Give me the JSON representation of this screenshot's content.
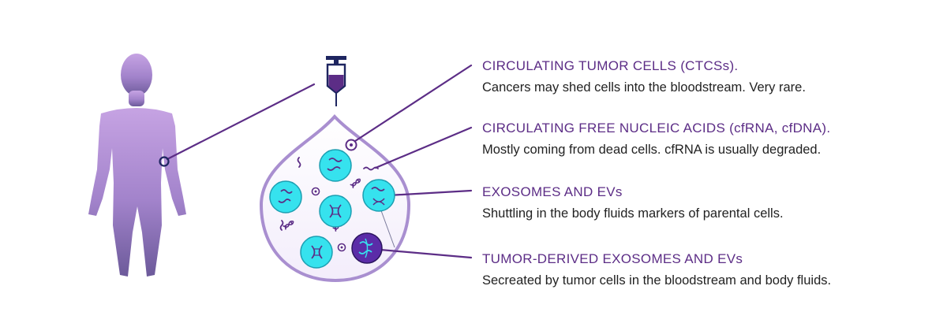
{
  "colors": {
    "accent": "#5c2d86",
    "drop_outline": "#a98fd0",
    "cyan": "#36e2ee",
    "cyan_dark": "#1c9fb2",
    "tumor_purple": "#5b2ca8",
    "navy": "#1e2560",
    "body_top": "#c6a3e3",
    "body_bottom": "#6c5a9a"
  },
  "icons": [
    "human-silhouette-icon",
    "syringe-icon",
    "blood-drop-icon",
    "rna-strand-icon",
    "dna-helix-icon"
  ],
  "labels": [
    {
      "id": "ctc",
      "title": "CIRCULATING TUMOR CELLS (CTCSs).",
      "description": "Cancers may shed cells into the bloodstream. Very rare."
    },
    {
      "id": "cfna",
      "title": "CIRCULATING FREE NUCLEIC ACIDS (cfRNA, cfDNA).",
      "description": "Mostly coming from dead cells. cfRNA is usually degraded."
    },
    {
      "id": "exo",
      "title": "EXOSOMES AND EVs",
      "description": "Shuttling in the body fluids markers of parental cells."
    },
    {
      "id": "tumor",
      "title": "TUMOR-DERIVED EXOSOMES AND EVs",
      "description": "Secreated by tumor cells in the bloodstream and body fluids."
    }
  ]
}
